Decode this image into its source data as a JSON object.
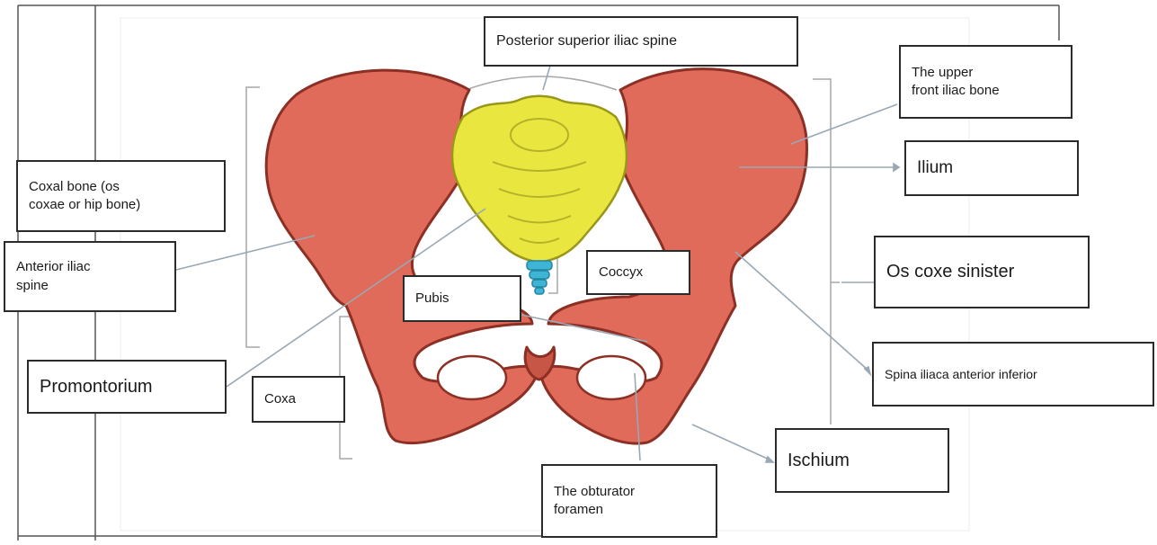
{
  "figure": {
    "labels": {
      "posterior_superior_iliac_spine": "Posterior superior iliac spine",
      "upper_front_iliac_bone": "The upper\nfront iliac bone",
      "ilium": "Ilium",
      "coxal_bone": "Coxal bone (os\ncoxae or hip bone)",
      "anterior_iliac_spine": "Anterior iliac\nspine",
      "os_coxe_sinister": "Os coxe sinister",
      "coccyx": "Coccyx",
      "pubis": "Pubis",
      "spina_iliaca_anterior_inferior": "Spina iliaca anterior inferior",
      "promontorium": "Promontorium",
      "coxa": "Coxa",
      "ischium": "Ischium",
      "obturator_foramen": "The obturator\nforamen"
    },
    "colors": {
      "hip_bone": "#e06b5a",
      "hip_bone_outline": "#8c2f24",
      "sacrum": "#e8e63f",
      "sacrum_outline": "#9a961a",
      "coccyx": "#3fb5d6",
      "leader_line": "#9aa8b3",
      "frame_line": "#555555"
    }
  }
}
